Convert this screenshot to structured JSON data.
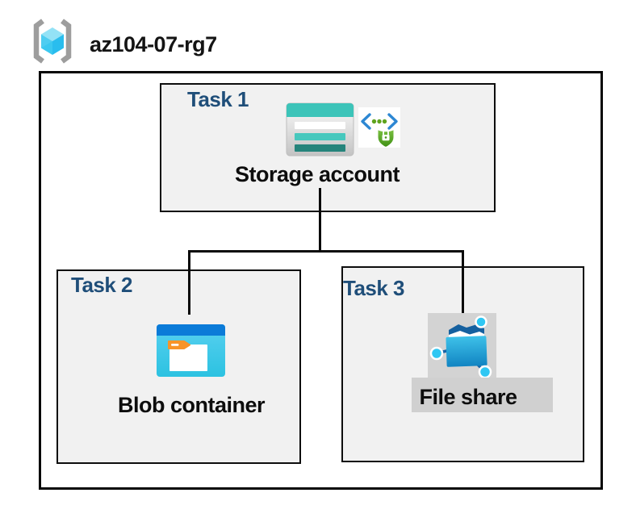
{
  "title": {
    "text": "az104-07-rg7"
  },
  "resource_group": {
    "icon": "resource-group-icon"
  },
  "tasks": [
    {
      "label": "Task 1",
      "resource": "Storage account",
      "icons": [
        "storage-account-icon",
        "secure-access-sas-icon"
      ]
    },
    {
      "label": "Task 2",
      "resource": "Blob container",
      "icons": [
        "blob-container-icon"
      ]
    },
    {
      "label": "Task 3",
      "resource": "File share",
      "icons": [
        "file-share-icon"
      ]
    }
  ],
  "connections": [
    {
      "from": "Storage account",
      "to": "Blob container"
    },
    {
      "from": "Storage account",
      "to": "File share"
    }
  ],
  "colors": {
    "task_label_blue": "#1f4e79",
    "box_fill_gray": "#f1f1f1",
    "border_black": "#0a0a0a",
    "storage_teal": "#3cc4b9",
    "storage_teal_dark": "#25847b",
    "blob_bar_blue": "#0b7bd8",
    "blob_body_cyan": "#3ec9e8",
    "folder_tab_orange": "#f79428",
    "fileshare_folder_blue": "#1488c4",
    "node_cyan": "#2fc7f3",
    "sas_chevron_blue": "#2d87d3",
    "sas_green": "#5fa31e",
    "gray_patch": "#d3d3d3"
  }
}
